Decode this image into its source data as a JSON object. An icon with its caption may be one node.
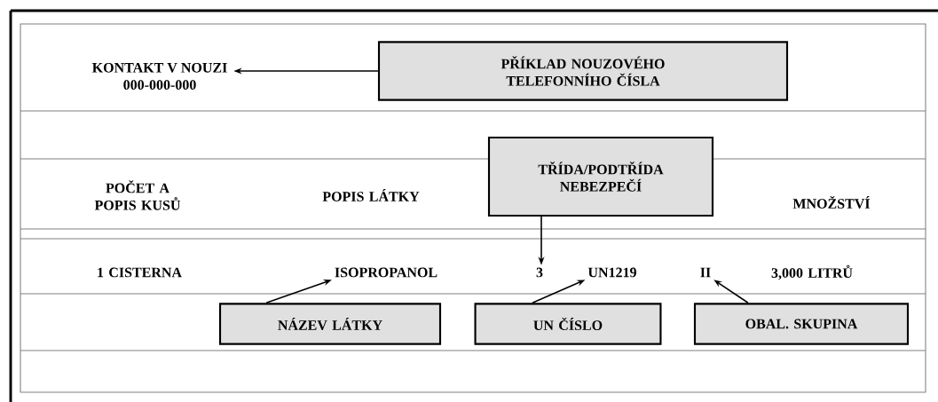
{
  "diagram": {
    "nodes": [
      {
        "text": [
          "KONTAKT V NOUZI",
          "000-000-000"
        ]
      },
      {
        "text": [
          "PŘÍKLAD NOUZOVÉHO TELEFONNÍHO ČÍSLA"
        ]
      },
      {
        "text": [
          "TŘÍDA/PODTŘÍDA NEBEZPEČÍ"
        ]
      },
      {
        "text": [
          "3"
        ]
      },
      {
        "text": [
          "ISOPROPANOL"
        ]
      },
      {
        "text": [
          "UN1219"
        ]
      },
      {
        "text": [
          "II"
        ]
      },
      {
        "text": [
          "NÁZEV LÁTKY"
        ]
      },
      {
        "text": [
          "UN ČÍSLO"
        ]
      },
      {
        "text": [
          "OBAL. SKUPINA"
        ]
      }
    ],
    "edges": [
      {
        "from": 1,
        "to": 0,
        "arrow": "to"
      },
      {
        "from": 2,
        "to": 3,
        "arrow": "to"
      },
      {
        "from": 7,
        "to": 4,
        "arrow": "to"
      },
      {
        "from": 8,
        "to": 5,
        "arrow": "to"
      },
      {
        "from": 9,
        "to": 6,
        "arrow": "to"
      }
    ],
    "labels": [
      "POČET A POPIS KUSŮ",
      "POPIS LÁTKY",
      "MNOŽSTVÍ",
      "1 CISTERNA",
      "3,000 LITRŮ"
    ]
  }
}
